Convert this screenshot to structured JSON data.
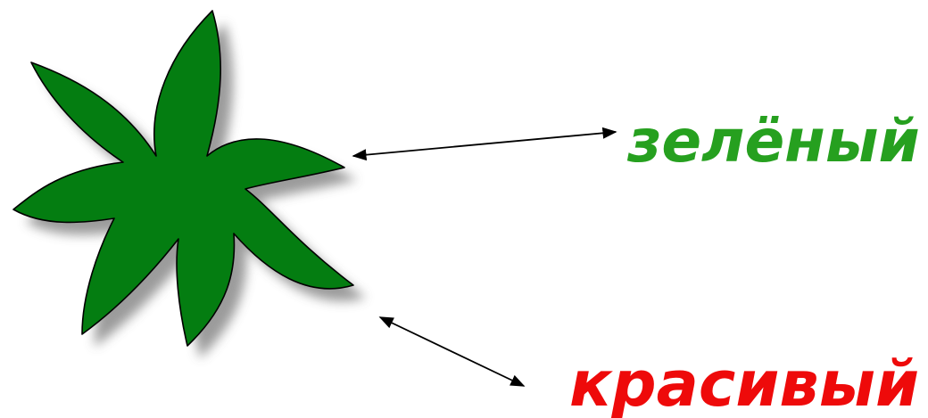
{
  "labels": {
    "green": "зелёный",
    "beautiful": "красивый"
  },
  "colors": {
    "shape_fill": "#047D11",
    "shape_stroke": "#000000",
    "green_label": "#26A01F",
    "red_label": "#EE0A0A",
    "arrow": "#000000",
    "shadow": "#8A8A8A"
  },
  "shape": {
    "kind": "seven-pointed-curled-star",
    "semantic": "green-star-shape"
  }
}
